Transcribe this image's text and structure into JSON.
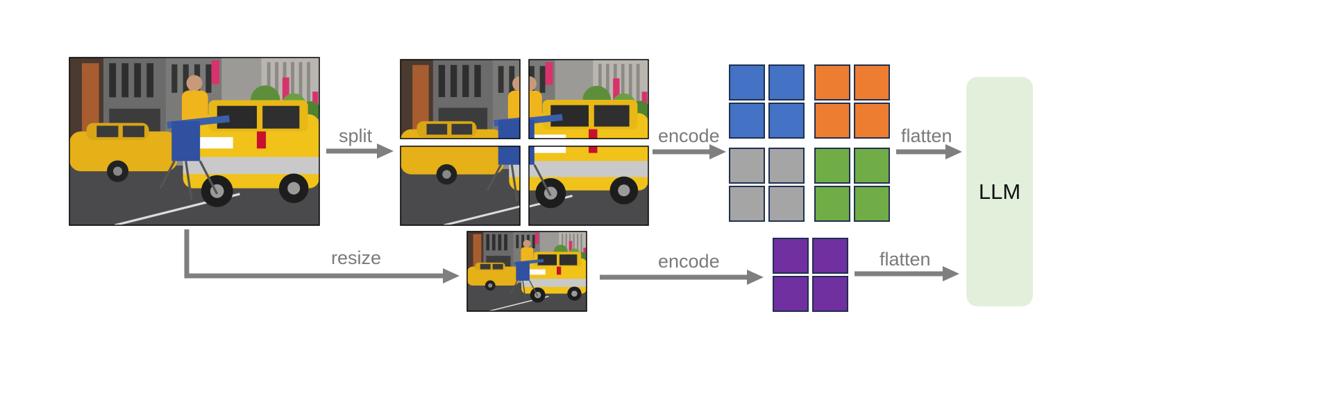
{
  "labels": {
    "split": "split",
    "encode_top": "encode",
    "flatten_top": "flatten",
    "resize": "resize",
    "encode_bottom": "encode",
    "flatten_bottom": "flatten",
    "llm": "LLM"
  },
  "photo": {
    "description_icon": "photo-street-scene-taxi-ironing-man"
  },
  "colors": {
    "blue": "#4472c4",
    "orange": "#ed7d31",
    "gray": "#a5a5a5",
    "green": "#70ad47",
    "purple": "#7030a0",
    "arrow": "#7f7f7f",
    "llm_box": "#e2efda",
    "tile_border": "#1f3050"
  },
  "token_groups": [
    {
      "name": "top-left",
      "color": "blue"
    },
    {
      "name": "top-right",
      "color": "orange"
    },
    {
      "name": "bottom-left",
      "color": "gray"
    },
    {
      "name": "bottom-right",
      "color": "green"
    },
    {
      "name": "resized",
      "color": "purple"
    }
  ]
}
